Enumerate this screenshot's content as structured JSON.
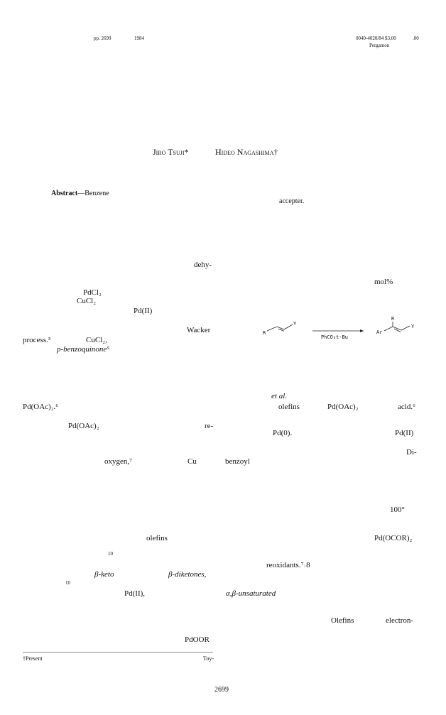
{
  "header": {
    "pages": "pp. 2699",
    "year": "1984",
    "issn_price": "0040-4020/84 $3.00",
    "issn_suffix": ".00",
    "publisher": "Pergamon"
  },
  "authors": {
    "author1": "Jiro Tsuji*",
    "author2": "Hideo Nagashima†"
  },
  "abstract": {
    "label": "Abstract",
    "text": "—Benzene",
    "accepter": "accepter."
  },
  "left_column": {
    "w1": "dehy-",
    "w2": "PdCl₂",
    "w3": "CuCl₂",
    "w4": "Pd(II)",
    "w5": "Wacker",
    "w6": "process.³",
    "w7": "CuCl₂,",
    "w8": "p-benzoquinone⁵",
    "w9": "Pd(OAc)₂.⁶",
    "w10": "Pd(OAc)₂",
    "w11": "re-",
    "w12": "oxygen,⁷",
    "w13": "Cu",
    "w14": "olefins",
    "w15": "10",
    "w16": "β-keto",
    "w17": "β-diketones,",
    "w18": "10",
    "w19": "Pd(II),",
    "w20": "PdOOR"
  },
  "right_column": {
    "w1": "mol%",
    "w2": "et al.",
    "w3": "olefins",
    "w4": "Pd(OAc)₂",
    "w5": "acid.⁶",
    "w6": "Pd(0).",
    "w7": "Pd(II)",
    "w8": "Di-",
    "w9": "benzoyl",
    "w10": "100°",
    "w11": "Pd(OCOR)₂",
    "w12": "reoxidants.⁷˒8",
    "w13": "α,β-unsaturated",
    "w14": "Olefins",
    "w15": "electron-"
  },
  "scheme": {
    "R_left": "R",
    "Y_left": "Y",
    "reagent": "PhCO₃t-Bu",
    "Ar": "Ar",
    "R_top": "R",
    "Y_right": "Y"
  },
  "footnote": {
    "present": "†Present",
    "toy": "Toy-"
  },
  "page_number": "2699"
}
